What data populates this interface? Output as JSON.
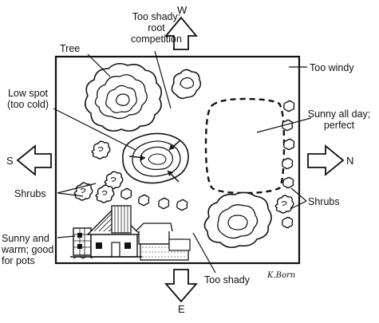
{
  "compass": {
    "west": "W",
    "east": "E",
    "south": "S",
    "north": "N"
  },
  "labels": {
    "too_shady_root": "Too shady;\nroot\ncompetition",
    "tree": "Tree",
    "too_windy": "Too windy",
    "low_spot": "Low spot\n(too cold)",
    "sunny_all_day": "Sunny all day;\nperfect",
    "shrubs_left": "Shrubs",
    "shrubs_right": "Shrubs",
    "sunny_warm": "Sunny and\nwarm; good\nfor pots",
    "too_shady": "Too shady"
  },
  "signature": "K.Born",
  "colors": {
    "ink": "#111111",
    "paper": "#ffffff"
  }
}
